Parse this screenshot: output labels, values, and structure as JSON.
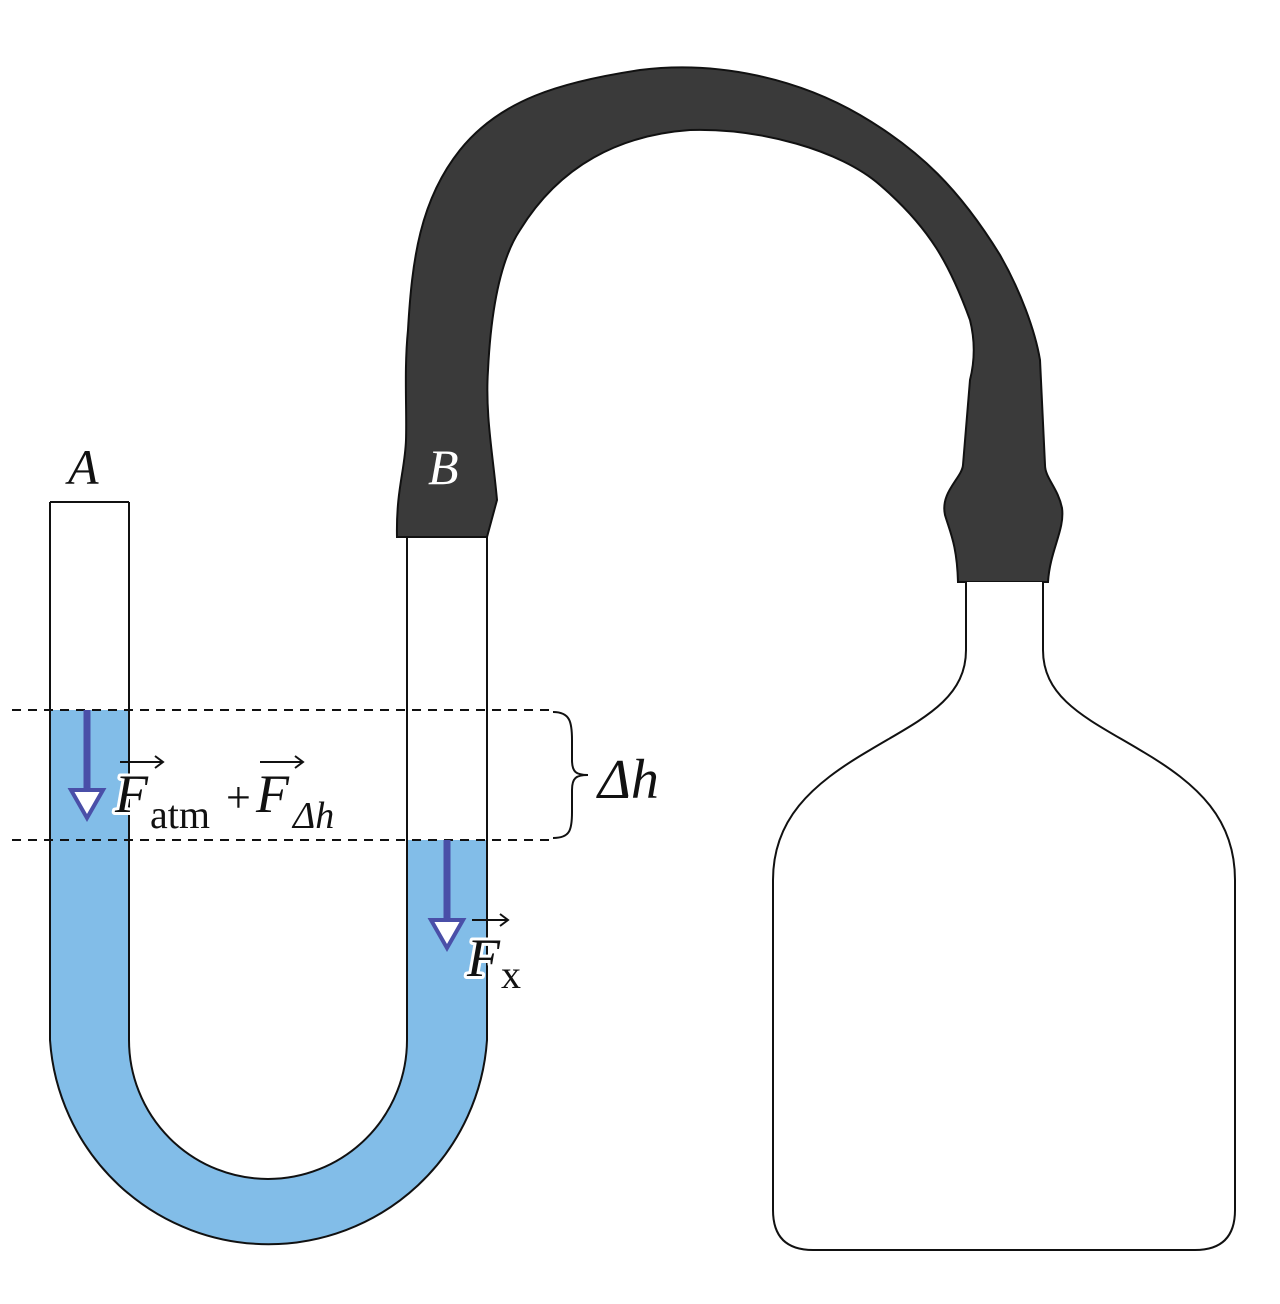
{
  "labels": {
    "tube_a": "A",
    "tube_b": "B",
    "delta_h": "Δh",
    "force_left_1_base": "F",
    "force_left_1_sub": "atm",
    "force_plus": "+",
    "force_left_2_base": "F",
    "force_left_2_sub": "Δh",
    "force_right_base": "F",
    "force_right_sub": "x"
  },
  "colors": {
    "liquid": "#82bde8",
    "hose": "#3a3a3a",
    "arrow": "#4a4fa8",
    "outline": "#111111",
    "background": "#ffffff"
  }
}
